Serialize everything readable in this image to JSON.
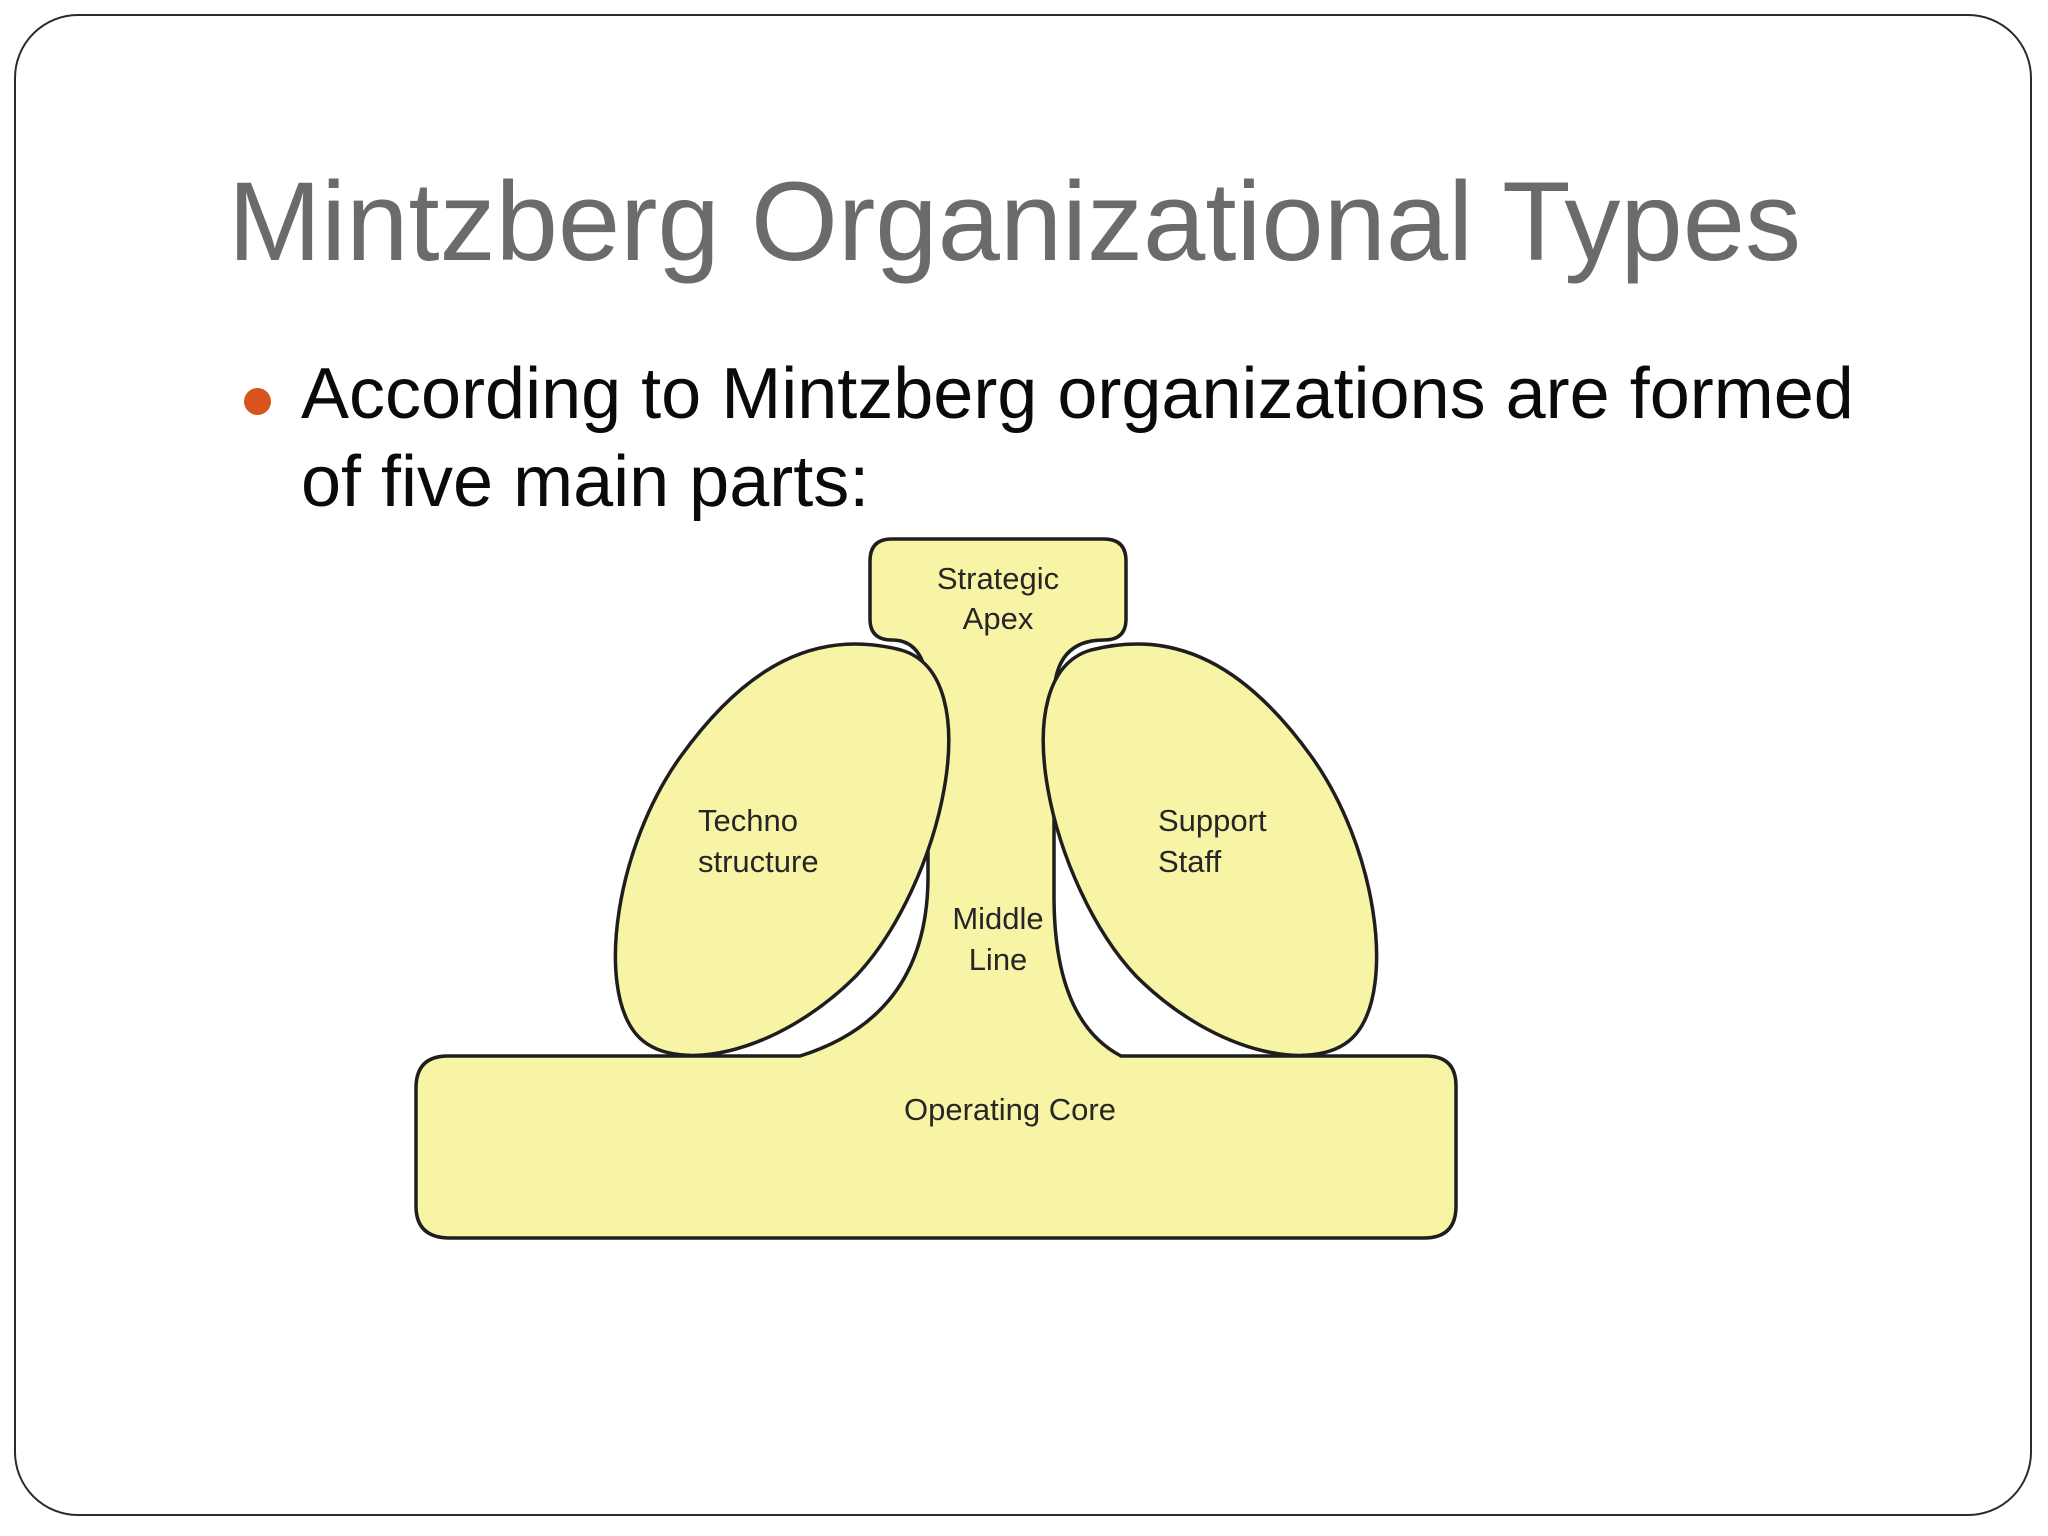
{
  "slide": {
    "title": "Mintzberg Organizational Types",
    "bullet_lines": [
      "According to Mintzberg organizations are formed",
      "of five main parts:"
    ],
    "bullet_color": "#d9531e"
  },
  "diagram": {
    "fill_color": "#f8f4a6",
    "parts": {
      "strategic_apex": [
        "Strategic",
        "Apex"
      ],
      "technostructure": [
        "Techno",
        "structure"
      ],
      "support_staff": [
        "Support",
        "Staff"
      ],
      "middle_line": [
        "Middle",
        "Line"
      ],
      "operating_core": [
        "Operating Core"
      ]
    }
  }
}
